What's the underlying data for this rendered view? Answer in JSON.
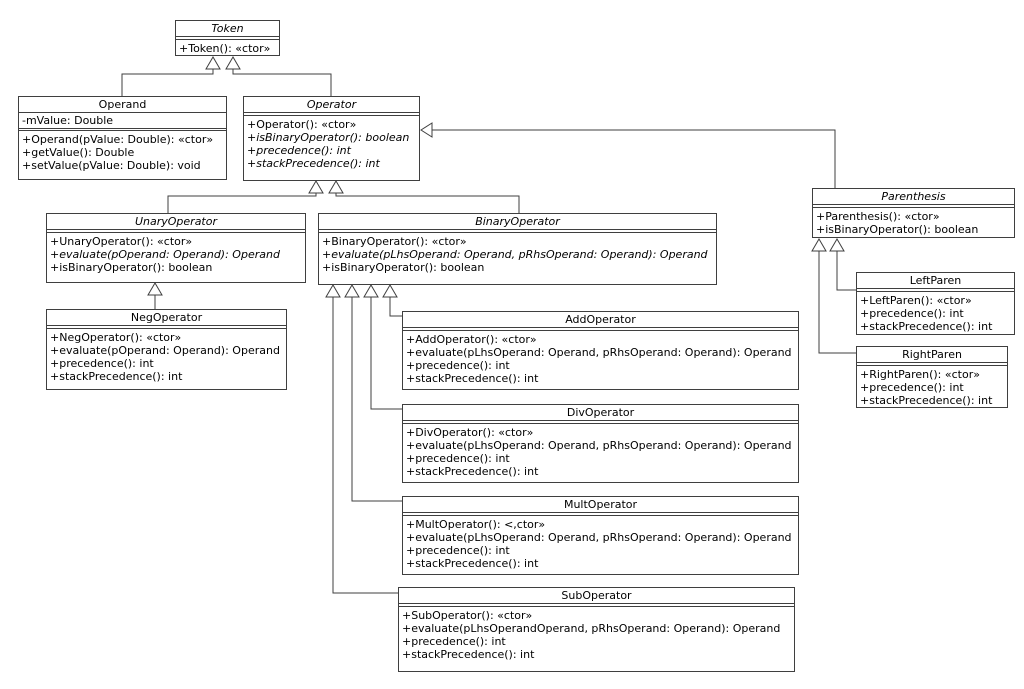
{
  "diagram_type": "uml-class-diagram",
  "colors": {
    "background": "#ffffff",
    "box_fill": "#ffffff",
    "line": "#3f3f3f",
    "text": "#000000"
  },
  "classes": {
    "token": {
      "name": "Token",
      "abstract": true,
      "attributes": [],
      "methods": [
        "+Token(): «ctor»"
      ]
    },
    "operand": {
      "name": "Operand",
      "abstract": false,
      "attributes": [
        "-mValue: Double"
      ],
      "methods": [
        "+Operand(pValue: Double): «ctor»",
        "+getValue(): Double",
        "+setValue(pValue: Double): void"
      ]
    },
    "operator": {
      "name": "Operator",
      "abstract": true,
      "attributes": [],
      "methods": [
        "+Operator(): «ctor»",
        "+isBinaryOperator(): boolean",
        "+precedence(): int",
        "+stackPrecedence(): int"
      ]
    },
    "unaryOperator": {
      "name": "UnaryOperator",
      "abstract": true,
      "attributes": [],
      "methods": [
        "+UnaryOperator(): «ctor»",
        "+evaluate(pOperand: Operand): Operand",
        "+isBinaryOperator(): boolean"
      ]
    },
    "binaryOperator": {
      "name": "BinaryOperator",
      "abstract": true,
      "attributes": [],
      "methods": [
        "+BinaryOperator(): «ctor»",
        "+evaluate(pLhsOperand: Operand, pRhsOperand: Operand): Operand",
        "+isBinaryOperator(): boolean"
      ]
    },
    "negOperator": {
      "name": "NegOperator",
      "abstract": false,
      "attributes": [],
      "methods": [
        "+NegOperator(): «ctor»",
        "+evaluate(pOperand: Operand): Operand",
        "+precedence(): int",
        "+stackPrecedence(): int"
      ]
    },
    "addOperator": {
      "name": "AddOperator",
      "abstract": false,
      "attributes": [],
      "methods": [
        "+AddOperator(): «ctor»",
        "+evaluate(pLhsOperand: Operand, pRhsOperand: Operand): Operand",
        "+precedence(): int",
        "+stackPrecedence(): int"
      ]
    },
    "divOperator": {
      "name": "DivOperator",
      "abstract": false,
      "attributes": [],
      "methods": [
        "+DivOperator(): «ctor»",
        "+evaluate(pLhsOperand: Operand, pRhsOperand: Operand): Operand",
        "+precedence(): int",
        "+stackPrecedence(): int"
      ]
    },
    "multOperator": {
      "name": "MultOperator",
      "abstract": false,
      "attributes": [],
      "methods": [
        "+MultOperator(): <,ctor»",
        "+evaluate(pLhsOperand: Operand, pRhsOperand: Operand): Operand",
        "+precedence(): int",
        "+stackPrecedence(): int"
      ]
    },
    "subOperator": {
      "name": "SubOperator",
      "abstract": false,
      "attributes": [],
      "methods": [
        "+SubOperator(): «ctor»",
        "+evaluate(pLhsOperandOperand, pRhsOperand: Operand): Operand",
        "+precedence(): int",
        "+stackPrecedence(): int"
      ]
    },
    "parenthesis": {
      "name": "Parenthesis",
      "abstract": true,
      "attributes": [],
      "methods": [
        "+Parenthesis(): «ctor»",
        "+isBinaryOperator(): boolean"
      ]
    },
    "leftParen": {
      "name": "LeftParen",
      "abstract": false,
      "attributes": [],
      "methods": [
        "+LeftParen(): «ctor»",
        "+precedence(): int",
        "+stackPrecedence(): int"
      ]
    },
    "rightParen": {
      "name": "RightParen",
      "abstract": false,
      "attributes": [],
      "methods": [
        "+RightParen(): «ctor»",
        "+precedence(): int",
        "+stackPrecedence(): int"
      ]
    }
  },
  "relations": [
    {
      "from": "Operand",
      "to": "Token",
      "type": "generalization"
    },
    {
      "from": "Operator",
      "to": "Token",
      "type": "generalization"
    },
    {
      "from": "UnaryOperator",
      "to": "Operator",
      "type": "generalization"
    },
    {
      "from": "BinaryOperator",
      "to": "Operator",
      "type": "generalization"
    },
    {
      "from": "Parenthesis",
      "to": "Operator",
      "type": "generalization"
    },
    {
      "from": "NegOperator",
      "to": "UnaryOperator",
      "type": "generalization"
    },
    {
      "from": "AddOperator",
      "to": "BinaryOperator",
      "type": "generalization"
    },
    {
      "from": "DivOperator",
      "to": "BinaryOperator",
      "type": "generalization"
    },
    {
      "from": "MultOperator",
      "to": "BinaryOperator",
      "type": "generalization"
    },
    {
      "from": "SubOperator",
      "to": "BinaryOperator",
      "type": "generalization"
    },
    {
      "from": "LeftParen",
      "to": "Parenthesis",
      "type": "generalization"
    },
    {
      "from": "RightParen",
      "to": "Parenthesis",
      "type": "generalization"
    }
  ]
}
